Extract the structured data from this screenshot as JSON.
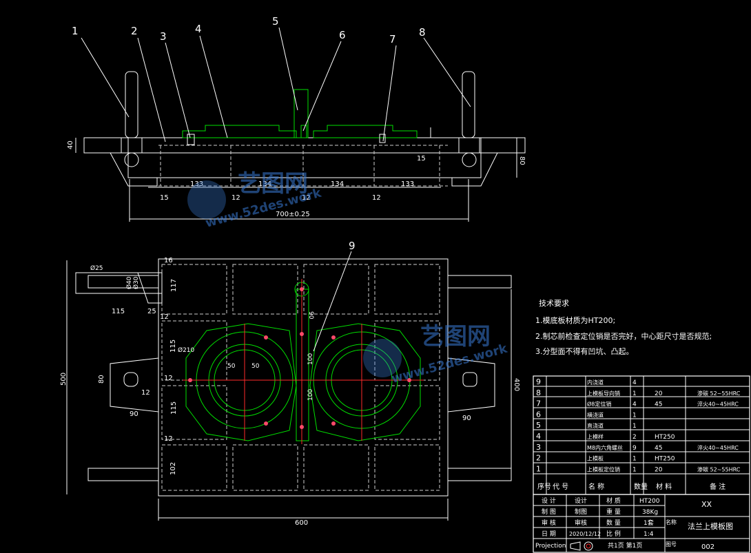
{
  "callouts": [
    "1",
    "2",
    "3",
    "4",
    "5",
    "6",
    "7",
    "8",
    "9"
  ],
  "top_view_dims": {
    "h40": "40",
    "h80": "80",
    "left15": "15",
    "right15": "15",
    "seg1": "133",
    "seg2": "134",
    "seg3": "134",
    "seg4": "133",
    "gap_a": "15",
    "gap_b": "12",
    "gap_c": "12",
    "gap_d": "12",
    "total": "700±0.25"
  },
  "plan_view_dims": {
    "dia25": "Ø25",
    "dia40": "Ø40",
    "dia30": "Ø30",
    "w115": "115",
    "w25": "25",
    "t16": "16",
    "h117": "117",
    "h12a": "12",
    "h115a": "115",
    "h12b": "12",
    "h115b": "115",
    "h12c": "12",
    "h102": "102",
    "dia210": "Ø210",
    "left80": "80",
    "left12": "12",
    "left90": "90",
    "in50a": "50",
    "in50b": "50",
    "slot90": "90",
    "slot100a": "100",
    "slot100b": "100",
    "right90": "90",
    "h500": "500",
    "h400": "400",
    "w600": "600"
  },
  "tech_requirements": {
    "title": "技术要求",
    "items": [
      "1.模底板材质为HT200;",
      "2.制芯前检查定位销是否完好，中心距尺寸是否规范;",
      "3.分型面不得有凹坑、凸起。"
    ]
  },
  "bom": {
    "rows": [
      {
        "no": "9",
        "code": "",
        "name": "内浇道",
        "qty": "4",
        "material": "",
        "note": ""
      },
      {
        "no": "8",
        "code": "",
        "name": "上模板导向销",
        "qty": "1",
        "material": "20",
        "note": "渗碳 52~55HRC"
      },
      {
        "no": "7",
        "code": "",
        "name": "Ø8定位销",
        "qty": "4",
        "material": "45",
        "note": "淬火40~45HRC"
      },
      {
        "no": "6",
        "code": "",
        "name": "横浇道",
        "qty": "1",
        "material": "",
        "note": ""
      },
      {
        "no": "5",
        "code": "",
        "name": "直浇道",
        "qty": "1",
        "material": "",
        "note": ""
      },
      {
        "no": "4",
        "code": "",
        "name": "上模样",
        "qty": "2",
        "material": "HT250",
        "note": ""
      },
      {
        "no": "3",
        "code": "",
        "name": "M8内六角螺丝",
        "qty": "9",
        "material": "45",
        "note": "淬火40~45HRC"
      },
      {
        "no": "2",
        "code": "",
        "name": "上模板",
        "qty": "1",
        "material": "HT250",
        "note": ""
      },
      {
        "no": "1",
        "code": "",
        "name": "上模板定位销",
        "qty": "1",
        "material": "20",
        "note": "渗碳 52~55HRC"
      }
    ],
    "header": {
      "no": "序号",
      "code": "代 号",
      "name": "名 称",
      "qty": "数量",
      "material": "材 料",
      "note": "备 注"
    }
  },
  "title_block": {
    "r1": {
      "a": "设 计",
      "b": "设计",
      "c": "材 质",
      "d": "HT200",
      "e": "XX"
    },
    "r2": {
      "a": "制 图",
      "b": "制图",
      "c": "重 量",
      "d": "38Kg"
    },
    "r3": {
      "a": "审 核",
      "b": "审核",
      "c": "数 量",
      "d": "1套",
      "e": "法兰上模板图"
    },
    "r4": {
      "a": "日 期",
      "b": "2020/12/12",
      "c": "比 例",
      "d": "1:4"
    },
    "r5": {
      "a": "Projection",
      "c": "共1页 第1页",
      "e": "002"
    },
    "label_name": "名称",
    "label_no": "图号"
  },
  "watermark": {
    "brand": "艺图网",
    "url": "www.52des.work"
  },
  "colors": {
    "line": "#ffffff",
    "pattern": "#00e000",
    "center": "#ff2a2a",
    "watermark": "#3a7bd5",
    "background": "#000000"
  }
}
